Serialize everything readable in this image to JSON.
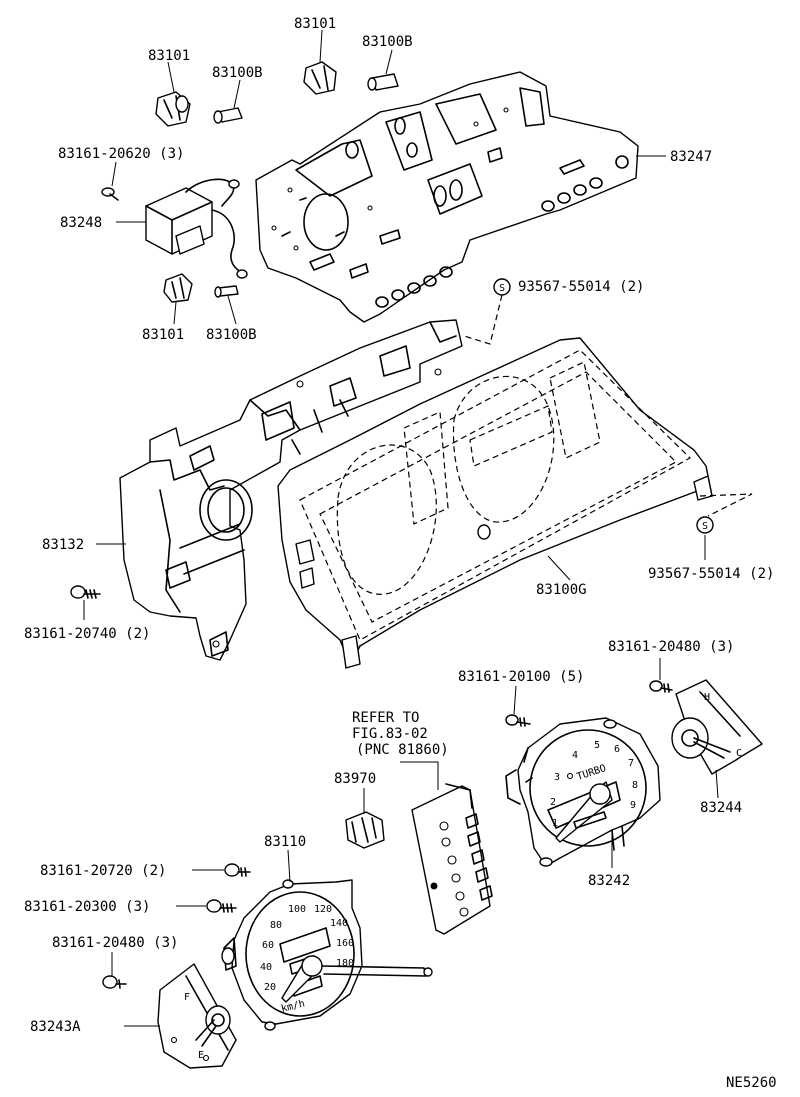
{
  "figure_code": "NE5260",
  "reference_note": {
    "line1": "REFER TO",
    "line2": "FIG.83-02",
    "line3": "(PNC 81860)"
  },
  "parts": {
    "p83101_a": "83101",
    "p83100b_a": "83100B",
    "p83101_b": "83101",
    "p83100b_b": "83100B",
    "p83161_20620": "83161-20620 (3)",
    "p83248": "83248",
    "p83101_c": "83101",
    "p83100b_c": "83100B",
    "p83247": "83247",
    "p93567_a": "93567-55014 (2)",
    "p83132": "83132",
    "p83161_20740": "83161-20740 (2)",
    "p83100g": "83100G",
    "p93567_b": "93567-55014 (2)",
    "p83161_20480_a": "83161-20480 (3)",
    "p83161_20100": "83161-20100 (5)",
    "p83970": "83970",
    "p83244": "83244",
    "p83242": "83242",
    "p83110": "83110",
    "p83161_20720": "83161-20720 (2)",
    "p83161_20300": "83161-20300 (3)",
    "p83161_20480_b": "83161-20480 (3)",
    "p83243a": "83243A"
  },
  "gauge_text": {
    "turbo": "TURBO",
    "speed_unit": "km/h",
    "temp_h": "H",
    "temp_c": "C",
    "fuel_f": "F",
    "fuel_e": "E",
    "screw_mark": "S"
  },
  "speed_scale": [
    "20",
    "40",
    "60",
    "80",
    "100",
    "120",
    "140",
    "160",
    "180"
  ],
  "tach_scale": [
    "1",
    "2",
    "3",
    "4",
    "5",
    "6",
    "7",
    "8",
    "9"
  ]
}
